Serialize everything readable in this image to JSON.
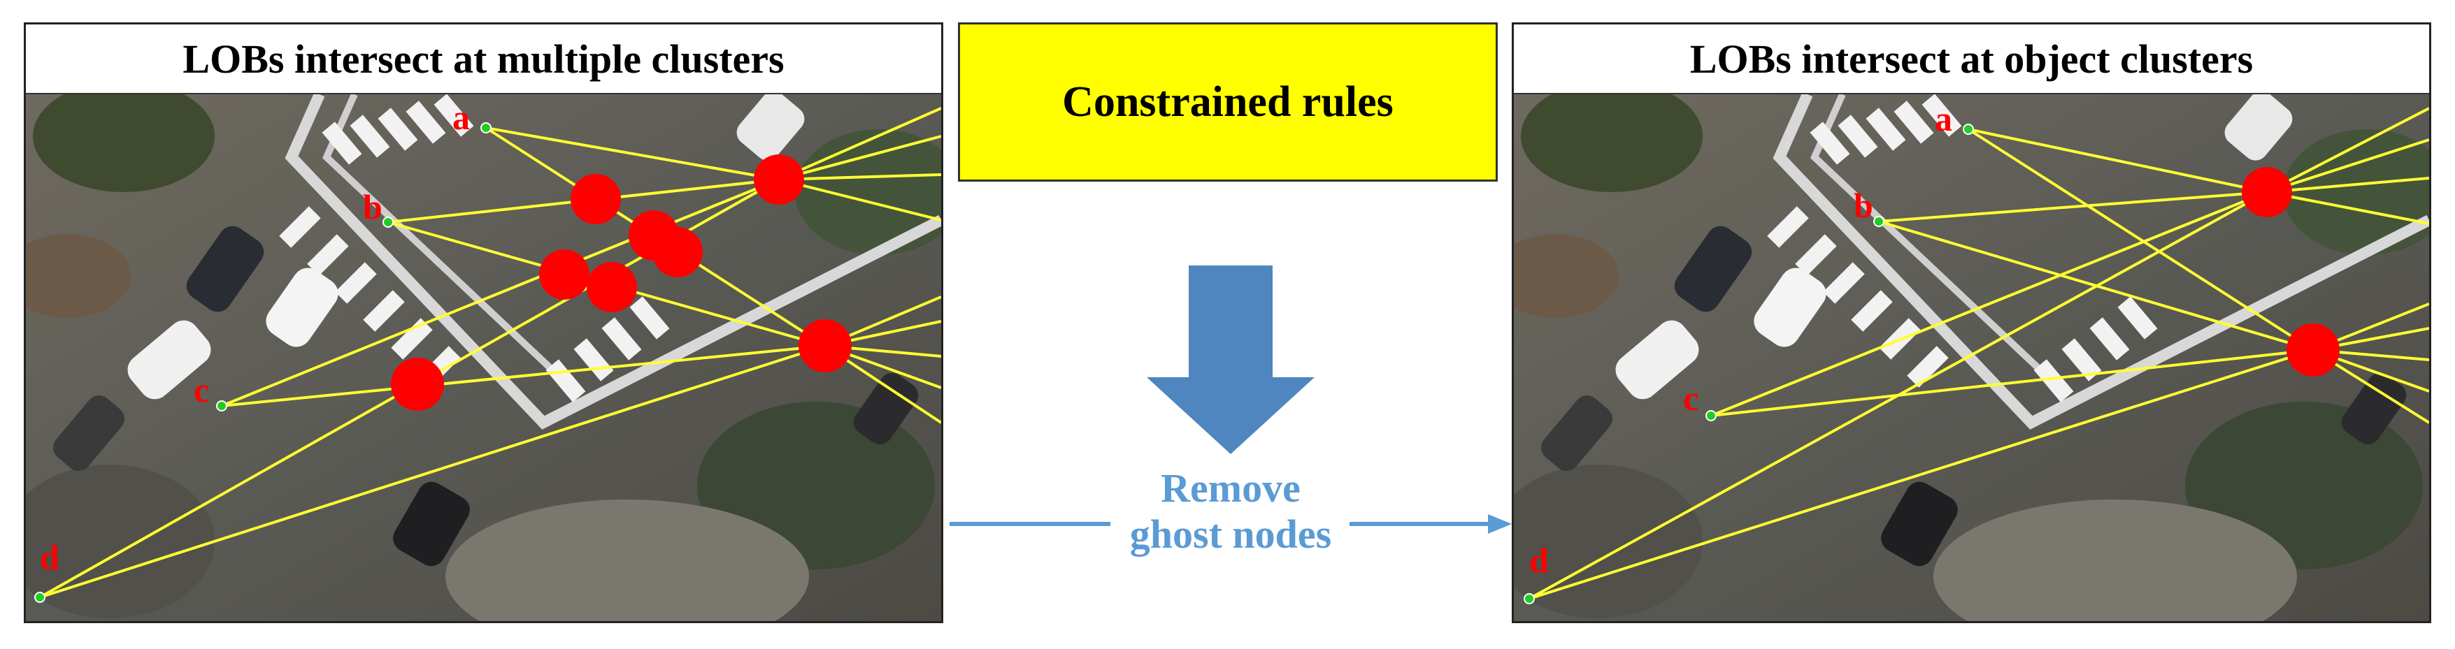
{
  "left_panel": {
    "title": "LOBs intersect at multiple clusters"
  },
  "right_panel": {
    "title": "LOBs intersect at object clusters"
  },
  "center": {
    "rules_label": "Constrained rules",
    "action_line1": "Remove",
    "action_line2": "ghost nodes"
  },
  "sensors": [
    "a",
    "b",
    "c",
    "d"
  ],
  "colors": {
    "rules_box": "#ffff00",
    "arrow": "#4f86c0",
    "action_text": "#5b9bd5",
    "lob": "#ffff33",
    "node": "#ff0000",
    "sensor": "#22cc22",
    "sensor_label": "#ff0000"
  }
}
